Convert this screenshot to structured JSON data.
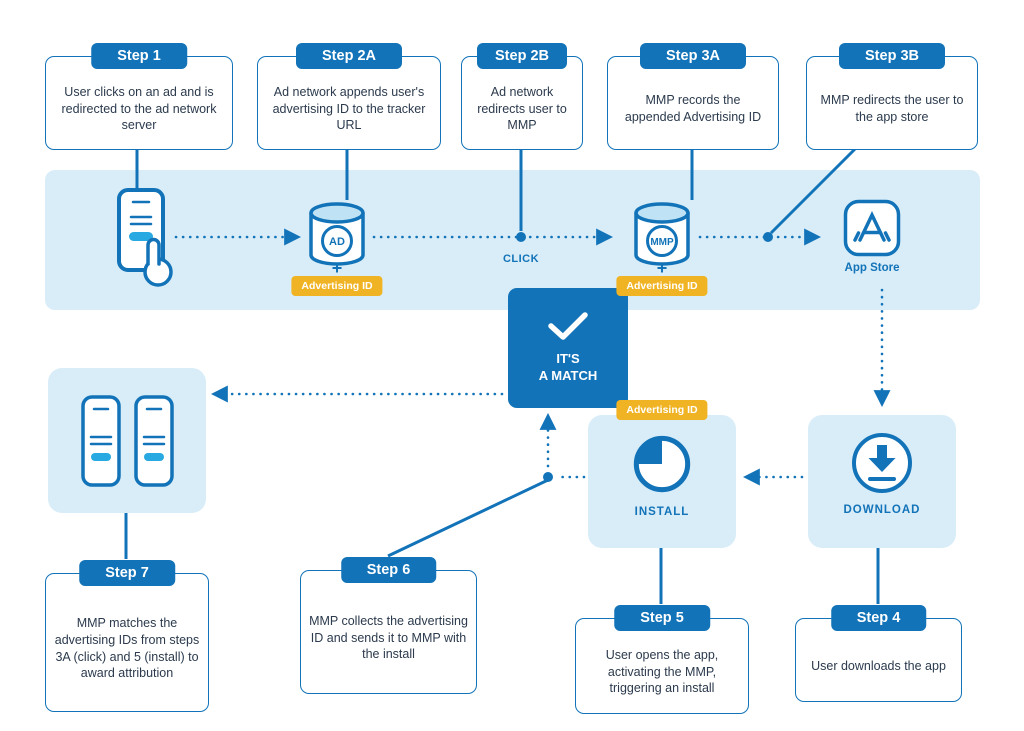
{
  "steps": [
    {
      "label": "Step 1",
      "text": "User clicks on an ad and is redirected to the ad network server"
    },
    {
      "label": "Step 2A",
      "text": "Ad network appends user's advertising ID to the tracker URL"
    },
    {
      "label": "Step 2B",
      "text": "Ad network redirects user to MMP"
    },
    {
      "label": "Step 3A",
      "text": "MMP records the appended Advertising ID"
    },
    {
      "label": "Step 3B",
      "text": "MMP redirects the user to the app store"
    },
    {
      "label": "Step 4",
      "text": "User downloads the app"
    },
    {
      "label": "Step 5",
      "text": "User opens the app, activating the MMP, triggering an install"
    },
    {
      "label": "Step 6",
      "text": "MMP collects the advertising ID and sends it to MMP with the install"
    },
    {
      "label": "Step 7",
      "text": "MMP matches the advertising IDs from steps 3A (click) and 5 (install) to award attribution"
    }
  ],
  "flow": {
    "ad_db_label": "AD",
    "mmp_db_label": "MMP",
    "plus": "+",
    "advertising_id_badge": "Advertising ID",
    "click_label": "CLICK",
    "app_store_label": "App Store"
  },
  "match": {
    "line1": "IT'S",
    "line2": "A MATCH"
  },
  "install_label": "INSTALL",
  "download_label": "DOWNLOAD",
  "colors": {
    "primary_blue": "#1273b8",
    "accent_cyan": "#29a9e1",
    "light_blue_fill": "#d9edf8",
    "cylinder_top": "#bfe3f5",
    "badge_yellow": "#f0b323",
    "body_text": "#2b3a4d"
  }
}
